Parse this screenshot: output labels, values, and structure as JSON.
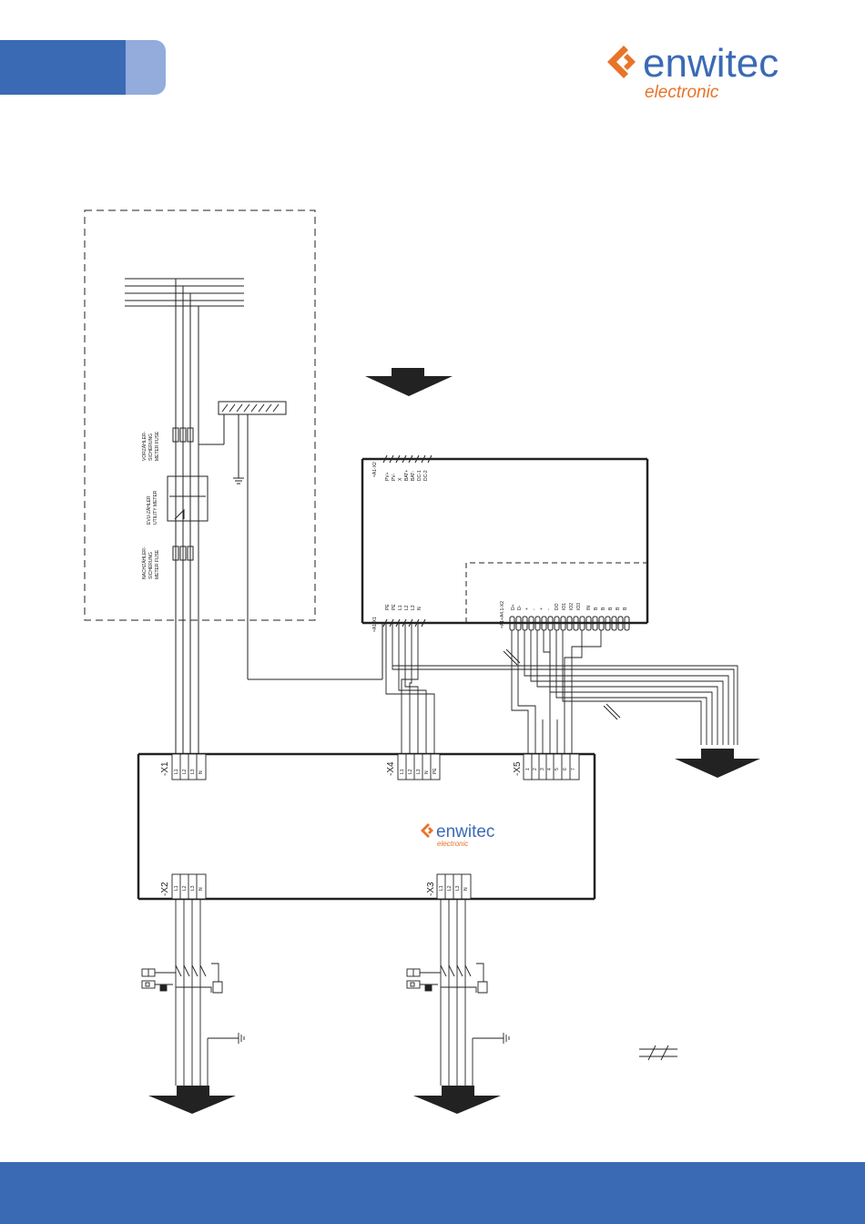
{
  "brand": {
    "name": "enwitec",
    "sub": "electronic",
    "diamond_color": "#e8742a",
    "word_color": "#3b6ab5"
  },
  "colors": {
    "header_blue": "#3b6ab5",
    "header_light": "#93acdc",
    "line": "#222222"
  },
  "meter_box": {
    "pre_fuse_label": [
      "VORZÄHLER-",
      "SICHERUNG",
      "METER FUSE"
    ],
    "meter_label": [
      "EVU-ZÄHLER",
      "UTILITY METER"
    ],
    "post_fuse_label": [
      "NACHZÄHLER-",
      "SICHERUNG",
      "METER FUSE"
    ]
  },
  "inverter": {
    "x2_ref": "=A1-X2",
    "x2_terminals": [
      "PV+",
      "PV-",
      "X",
      "BAT+",
      "BAT-",
      "DC-1",
      "DC-2"
    ],
    "x1_ref": "=A1-X1",
    "x1_terminals": [
      "PE",
      "PE",
      "L1",
      "L2",
      "L3",
      "N"
    ],
    "x3_ref": "=A1+A4.1-X2",
    "x3_terminals": [
      "D+",
      "D-",
      "+",
      "-",
      "+",
      "-",
      "DO",
      "IO1",
      "IO2",
      "IO3",
      "IN",
      "B",
      "B",
      "B",
      "B",
      "B"
    ]
  },
  "box": {
    "x1": {
      "name": "-X1",
      "terms": [
        "L1",
        "L2",
        "L3",
        "N"
      ]
    },
    "x4": {
      "name": "-X4",
      "terms": [
        "L1",
        "L2",
        "L3",
        "N",
        "PE"
      ]
    },
    "x5": {
      "name": "-X5",
      "terms": [
        "1",
        "2",
        "3",
        "4",
        "5",
        "6",
        "7"
      ]
    },
    "x2": {
      "name": "-X2",
      "terms": [
        "L1",
        "L2",
        "L3",
        "N"
      ]
    },
    "x3": {
      "name": "-X3",
      "terms": [
        "L1",
        "L2",
        "L3",
        "N"
      ]
    }
  }
}
